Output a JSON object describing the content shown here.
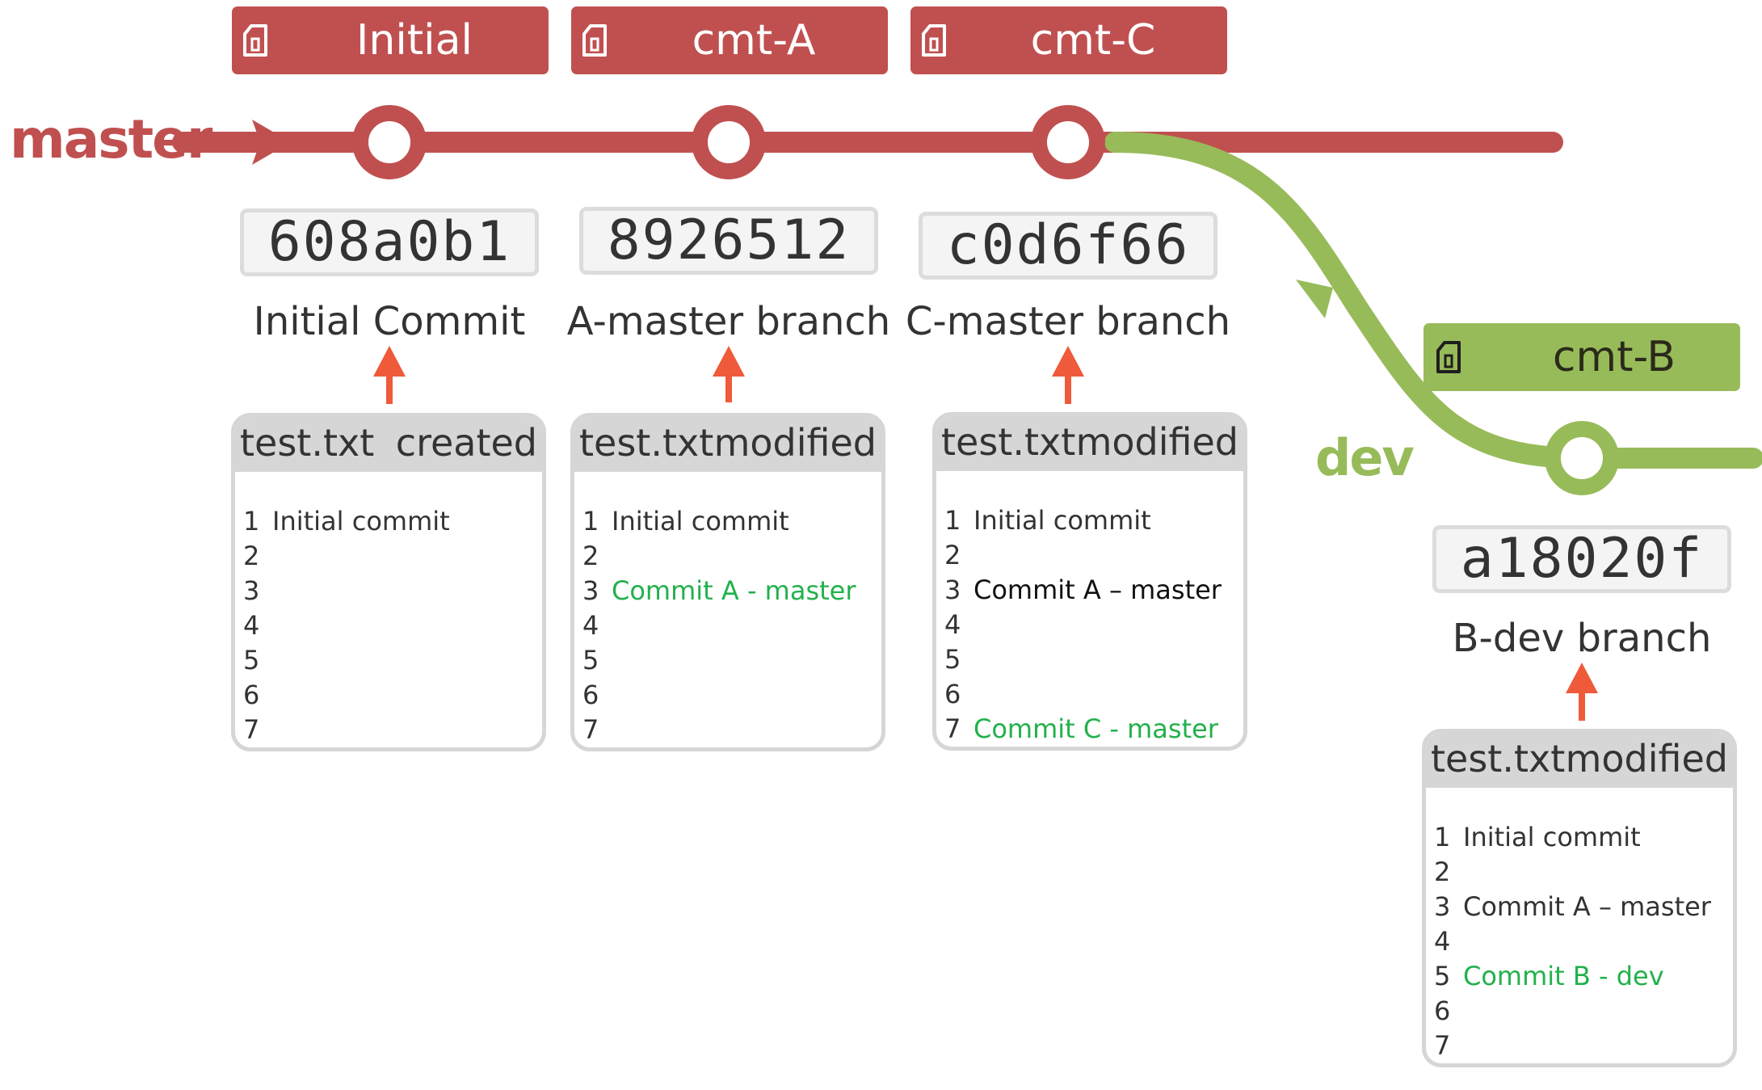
{
  "colors": {
    "master": "#c05050",
    "dev": "#98bb5a",
    "arrow": "#ef5a3a",
    "added_line": "#22b14c",
    "card_border": "#d6d6d6"
  },
  "branches": {
    "master": "master",
    "dev": "dev"
  },
  "commits": [
    {
      "tag": "Initial",
      "hash": "608a0b1",
      "message": "Initial Commit",
      "file": {
        "name": "test.txt",
        "status": "created",
        "lines": [
          {
            "n": "1",
            "text": "Initial commit",
            "color": "normal"
          },
          {
            "n": "2",
            "text": "",
            "color": "normal"
          },
          {
            "n": "3",
            "text": "",
            "color": "normal"
          },
          {
            "n": "4",
            "text": "",
            "color": "normal"
          },
          {
            "n": "5",
            "text": "",
            "color": "normal"
          },
          {
            "n": "6",
            "text": "",
            "color": "normal"
          },
          {
            "n": "7",
            "text": "",
            "color": "normal"
          }
        ]
      }
    },
    {
      "tag": "cmt-A",
      "hash": "8926512",
      "message": "A-master branch",
      "file": {
        "name": "test.txt",
        "status": "modified",
        "lines": [
          {
            "n": "1",
            "text": "Initial commit",
            "color": "normal"
          },
          {
            "n": "2",
            "text": "",
            "color": "normal"
          },
          {
            "n": "3",
            "text": "Commit A - master",
            "color": "green"
          },
          {
            "n": "4",
            "text": "",
            "color": "normal"
          },
          {
            "n": "5",
            "text": "",
            "color": "normal"
          },
          {
            "n": "6",
            "text": "",
            "color": "normal"
          },
          {
            "n": "7",
            "text": "",
            "color": "normal"
          }
        ]
      }
    },
    {
      "tag": "cmt-C",
      "hash": "c0d6f66",
      "message": "C-master branch",
      "file": {
        "name": "test.txt",
        "status": "modified",
        "lines": [
          {
            "n": "1",
            "text": "Initial commit",
            "color": "normal"
          },
          {
            "n": "2",
            "text": "",
            "color": "normal"
          },
          {
            "n": "3",
            "text": "Commit A – master",
            "color": "black"
          },
          {
            "n": "4",
            "text": "",
            "color": "normal"
          },
          {
            "n": "5",
            "text": "",
            "color": "normal"
          },
          {
            "n": "6",
            "text": "",
            "color": "normal"
          },
          {
            "n": "7",
            "text": "Commit C - master",
            "color": "green"
          }
        ]
      }
    },
    {
      "tag": "cmt-B",
      "hash": "a18020f",
      "message": "B-dev branch",
      "file": {
        "name": "test.txt",
        "status": "modified",
        "lines": [
          {
            "n": "1",
            "text": "Initial commit",
            "color": "normal"
          },
          {
            "n": "2",
            "text": "",
            "color": "normal"
          },
          {
            "n": "3",
            "text": "Commit A – master",
            "color": "normal"
          },
          {
            "n": "4",
            "text": "",
            "color": "normal"
          },
          {
            "n": "5",
            "text": "Commit B - dev",
            "color": "green"
          },
          {
            "n": "6",
            "text": "",
            "color": "normal"
          },
          {
            "n": "7",
            "text": "",
            "color": "normal"
          }
        ]
      }
    }
  ]
}
